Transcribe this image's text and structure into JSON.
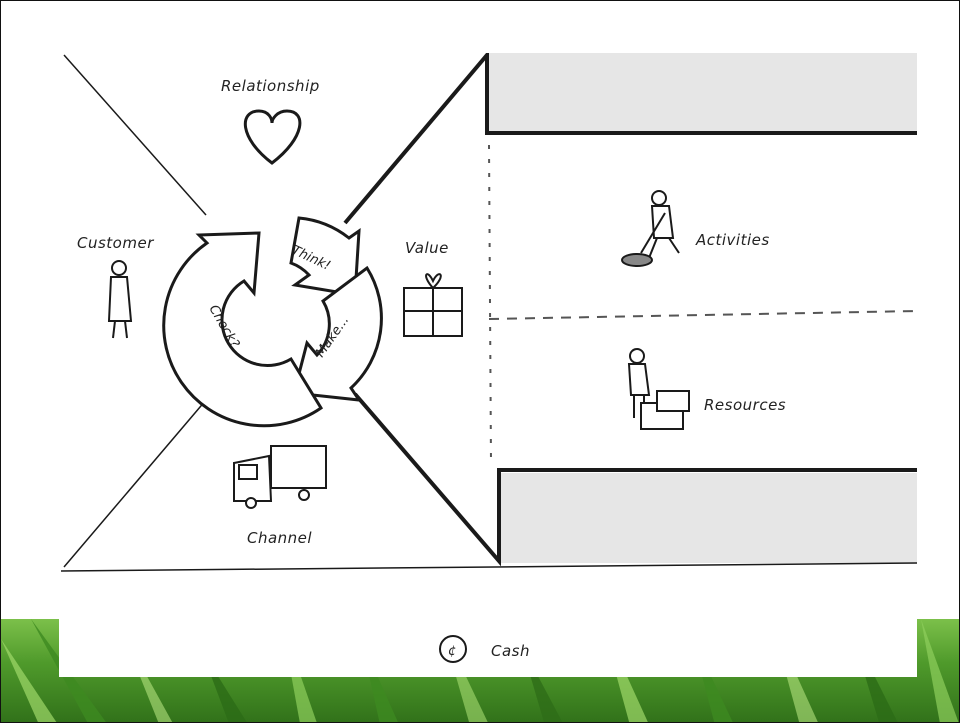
{
  "labels": {
    "relationship": "Relationship",
    "customer": "Customer",
    "value": "Value",
    "activities": "Activities",
    "resources": "Resources",
    "channel": "Channel",
    "cash": "Cash",
    "cash_symbol": "¢"
  },
  "cycle": {
    "think": "Think!",
    "make": "Make...",
    "check": "Check?"
  },
  "colors": {
    "ink": "#1a1a1a",
    "grass_light": "#7cc04a",
    "grass_dark": "#2e6d18",
    "marker_gray": "#d9d9d9"
  }
}
